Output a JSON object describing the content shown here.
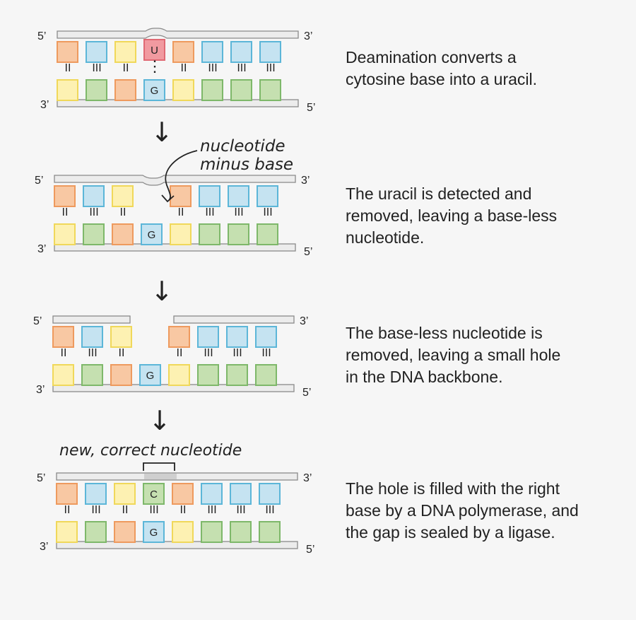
{
  "palette": {
    "orange": {
      "fill": "#f8c8a3",
      "stroke": "#ee9a5e"
    },
    "blue": {
      "fill": "#c5e3f1",
      "stroke": "#5cb6d8"
    },
    "yellow": {
      "fill": "#fdf1b2",
      "stroke": "#f0d85a"
    },
    "green": {
      "fill": "#c5e0b0",
      "stroke": "#7eb86a"
    },
    "red": {
      "fill": "#f19aa0",
      "stroke": "#e06a74"
    },
    "backbone": {
      "fill": "#ececec",
      "stroke": "#8a8a8a"
    },
    "patch": "#cfcfcf",
    "text": "#222222"
  },
  "labels": {
    "five_prime": "5’",
    "three_prime": "3’"
  },
  "base_letters": {
    "uracil": "U",
    "guanine": "G",
    "cytosine": "C"
  },
  "pairing": {
    "double": "II",
    "triple": "III",
    "mismatch": "⋮"
  },
  "top_strand": [
    "orange",
    "blue",
    "yellow",
    "C",
    "orange",
    "blue",
    "blue",
    "blue"
  ],
  "bottom_strand": [
    "yellow",
    "green",
    "orange",
    "G",
    "yellow",
    "green",
    "green",
    "green"
  ],
  "bond_pattern": [
    "double",
    "triple",
    "double",
    "triple",
    "double",
    "triple",
    "triple",
    "triple"
  ],
  "steps": [
    {
      "id": "step1",
      "backbone_style": "bump",
      "center_top": "uracil",
      "center_bond": "mismatch",
      "caption": [
        "Deamination converts a",
        "cytosine base into a uracil."
      ]
    },
    {
      "id": "step2",
      "backbone_style": "dip",
      "center_top": "none",
      "center_bond": "none",
      "caption": [
        "The uracil is detected and",
        "removed, leaving a base-less",
        "nucleotide."
      ]
    },
    {
      "id": "step3",
      "backbone_style": "gap",
      "center_top": "none",
      "center_bond": "none",
      "caption": [
        "The base-less nucleotide is",
        "removed, leaving a small hole",
        "in the DNA backbone."
      ]
    },
    {
      "id": "step4",
      "backbone_style": "patched",
      "center_top": "cytosine",
      "center_bond": "triple",
      "caption": [
        "The hole is filled with the right",
        "base by a DNA polymerase, and",
        "the gap is sealed by a ligase."
      ]
    }
  ],
  "annotations": {
    "nucleotide_minus_base": [
      "nucleotide",
      "minus base"
    ],
    "new_correct_nucleotide": "new, correct nucleotide",
    "arrow_glyph": "↓"
  }
}
